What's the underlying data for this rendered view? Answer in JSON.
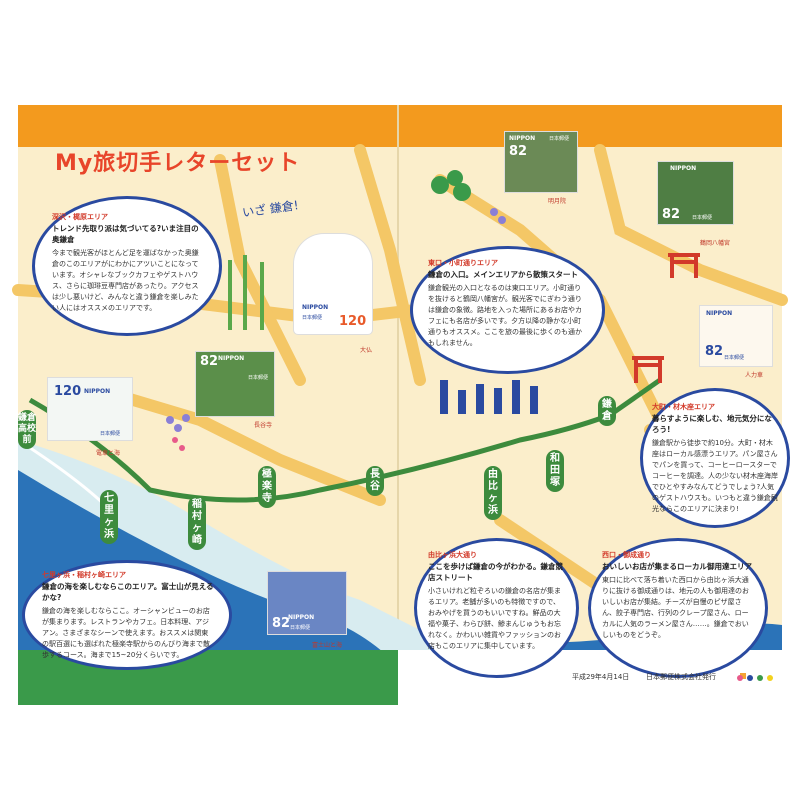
{
  "title": "My旅切手レターセット",
  "subtitle_handwritten": "いざ 鎌倉!",
  "stamps": {
    "meigetsuin": {
      "nippon": "NIPPON",
      "value": "82",
      "jp": "日本郵便",
      "caption": "明月院"
    },
    "tsurugaoka": {
      "nippon": "NIPPON",
      "value": "82",
      "jp": "日本郵便",
      "caption": "鶴岡八幡宮"
    },
    "daibutsu": {
      "nippon": "NIPPON",
      "value": "120",
      "jp": "日本郵便",
      "caption": "大仏"
    },
    "jinrikisha": {
      "nippon": "NIPPON",
      "value": "82",
      "jp": "日本郵便",
      "caption": "人力車"
    },
    "hasedera": {
      "nippon": "NIPPON",
      "value": "82",
      "jp": "日本郵便",
      "caption": "長谷寺"
    },
    "enoden": {
      "nippon": "NIPPON",
      "value": "120",
      "jp": "日本郵便",
      "caption": "電車と海"
    },
    "fuji": {
      "nippon": "NIPPON",
      "value": "82",
      "jp": "日本郵便",
      "caption": "富士山と海"
    }
  },
  "bubbles": {
    "fukasawa": {
      "area": "深沢・梶原エリア",
      "head": "トレンド先取り派は気づいてる?いま注目の奥鎌倉",
      "body": "今まで観光客がほとんど足を運ばなかった奥鎌倉のこのエリアがにわかにアツいことになっています。オシャレなブックカフェやゲストハウス、さらに珈琲豆専門店があったり。アクセスは少し悪いけど、みんなと違う鎌倉を楽しみたい人にはオススメのエリアです。"
    },
    "higashiguchi": {
      "area": "東口・小町通りエリア",
      "head": "鎌倉の入口。メインエリアから散策スタート",
      "body": "鎌倉観光の入口となるのは東口エリア。小町通りを抜けると鶴岡八幡宮が。観光客でにぎわう通りは鎌倉の象徴。路地を入った場所にあるお店やカフェにも名店が多いです。夕方以降の静かな小町通りもオススメ。ここを旅の最後に歩くのも通かもしれません。"
    },
    "ohmachi": {
      "area": "大町・材木座エリア",
      "head": "暮らすように楽しむ、地元気分になろう!",
      "body": "鎌倉駅から徒歩で約10分。大町・材木座はローカル感漂うエリア。パン屋さんでパンを買って、コーヒーロースターでコーヒーを調達。人の少ない材木座海岸でひとやすみなんてどうでしょう?人気のゲストハウスも。いつもと違う鎌倉観光ならこのエリアに決まり!"
    },
    "shichirigahama": {
      "area": "七里ヶ浜・稲村ヶ崎エリア",
      "head": "鎌倉の海を楽しむならこのエリア。富士山が見えるかな?",
      "body": "鎌倉の海を楽しむならここ。オーシャンビューのお店が集まります。レストランやカフェ。日本料理、アジアン。さまざまなシーンで使えます。おススメは関東の駅百選にも選ばれた極楽寺駅からのんびり海まで散歩するコース。海まで15~20分くらいです。"
    },
    "yuigahama": {
      "area": "由比ヶ浜大通り",
      "head": "ここを歩けば鎌倉の今がわかる。鎌倉競店ストリート",
      "body": "小さいけれど粒ぞろいの鎌倉の名店が集まるエリア。老舗が多いのも特徴ですので、おみやげを買うのもいいですね。鮮品の大福や菓子、わらび餅、鯵まんじゅうもお忘れなく。かわいい雑貨やファッションのお店もこのエリアに集中しています。"
    },
    "nishiguchi": {
      "area": "西口・御成通り",
      "head": "おいしいお店が集まるローカル御用達エリア",
      "body": "東口に比べて落ち着いた西口から由比ヶ浜大通りに抜ける御成通りは、地元の人も御用達のおいしいお店が集結。チーズが自慢のピザ屋さん、餃子専門店、行列のクレープ屋さん、ローカルに人気のラーメン屋さん……。鎌倉でおいしいものをどうぞ。"
    }
  },
  "stations": {
    "kamakura": "鎌倉",
    "wadazuka": "和田塚",
    "yuigahama": "由比ヶ浜",
    "hase": "長谷",
    "gokurakuji": "極楽寺",
    "inamuragasaki": "稲村ヶ崎",
    "shichirigahama": "七里ヶ浜",
    "kamakurakokomae": "鎌倉高校前"
  },
  "footer": {
    "date": "平成29年4月14日",
    "publisher": "日本郵便株式会社発行"
  },
  "colors": {
    "orange_band": "#f39a1e",
    "cream": "#fbeecb",
    "road": "#f4c766",
    "track": "#3d8b3d",
    "sea": "#2b73b8",
    "bubble_border": "#2a4aa0",
    "green_band": "#3a9a4a",
    "accent_red": "#d23a2a"
  }
}
